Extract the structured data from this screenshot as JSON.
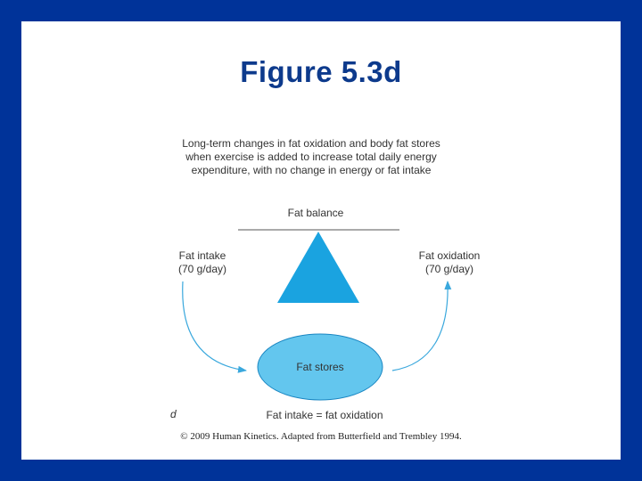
{
  "slide": {
    "title": "Figure 5.3d"
  },
  "diagram": {
    "caption_lines": [
      "Long-term changes in fat oxidation and body fat stores",
      "when exercise is added to increase total daily energy",
      "expenditure, with no change in energy or fat intake"
    ],
    "fat_balance": "Fat balance",
    "fat_intake": {
      "label": "Fat intake",
      "value": "(70 g/day)"
    },
    "fat_oxidation": {
      "label": "Fat oxidation",
      "value": "(70 g/day)"
    },
    "fat_stores": "Fat stores",
    "panel_letter": "d",
    "equation": "Fat intake = fat oxidation",
    "copyright": "© 2009 Human Kinetics. Adapted from Butterfield and Trembley 1994.",
    "colors": {
      "triangle": "#1aa3e0",
      "ellipse": "#63c6ee",
      "arrow": "#3aa8dd"
    }
  }
}
